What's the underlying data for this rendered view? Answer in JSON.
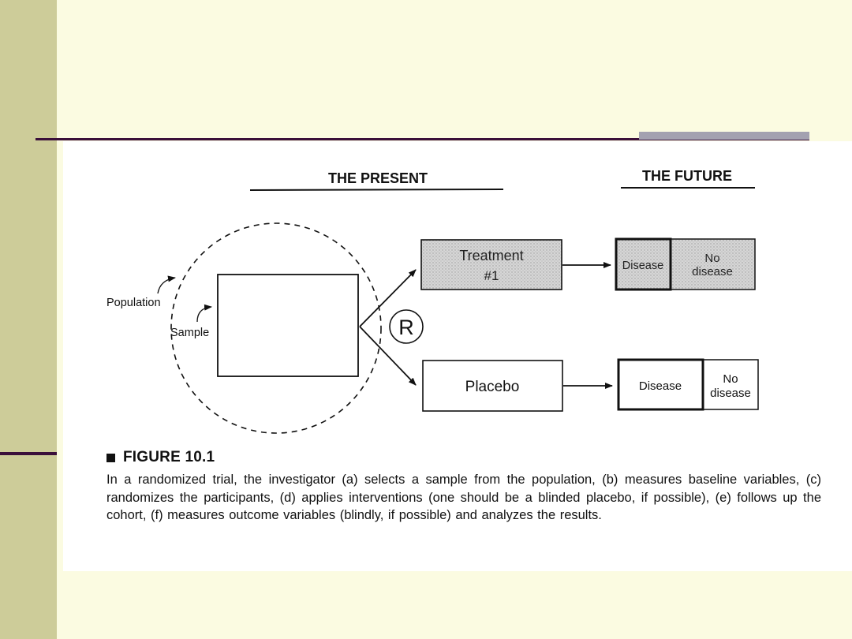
{
  "slide": {
    "colors": {
      "background": "#fbfbe1",
      "left_bar": "#cdcc99",
      "rule": "#3a0f3a",
      "accent": "#a3a1b0"
    }
  },
  "figure": {
    "header_present": "THE PRESENT",
    "header_future": "THE FUTURE",
    "population_label": "Population",
    "sample_label": "Sample",
    "randomize_symbol": "R",
    "treatment_label_line1": "Treatment",
    "treatment_label_line2": "#1",
    "placebo_label": "Placebo",
    "outcome_top_disease": "Disease",
    "outcome_top_no_line1": "No",
    "outcome_top_no_line2": "disease",
    "outcome_bottom_disease": "Disease",
    "outcome_bottom_no_line1": "No",
    "outcome_bottom_no_line2": "disease",
    "caption_title": "FIGURE 10.1",
    "caption_text": "In a randomized trial, the investigator (a) selects a sample from the population, (b) measures baseline variables, (c) randomizes the participants, (d) applies interventions (one should be a blinded placebo, if possible), (e) follows up the cohort, (f) measures outcome variables (blindly, if possible) and analyzes the results."
  }
}
